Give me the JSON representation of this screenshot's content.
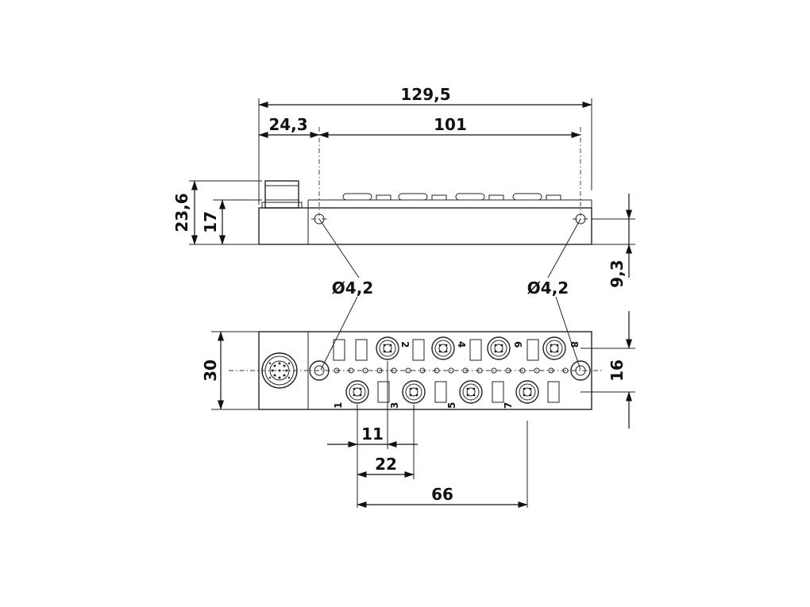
{
  "dimensions": {
    "overall_length": "129,5",
    "connector_offset": "24,3",
    "hole_spacing": "101",
    "total_height": "23,6",
    "body_height": "17",
    "hole_height": "9,3",
    "width": "30",
    "hole_row_spacing": "16",
    "port_pitch": "11",
    "port_pair_pitch": "22",
    "port_span": "66"
  },
  "hole_labels": {
    "left": "Ø4,2",
    "right": "Ø4,2"
  },
  "ports": {
    "top": [
      "2",
      "4",
      "6",
      "8"
    ],
    "bottom": [
      "1",
      "3",
      "5",
      "7"
    ]
  }
}
